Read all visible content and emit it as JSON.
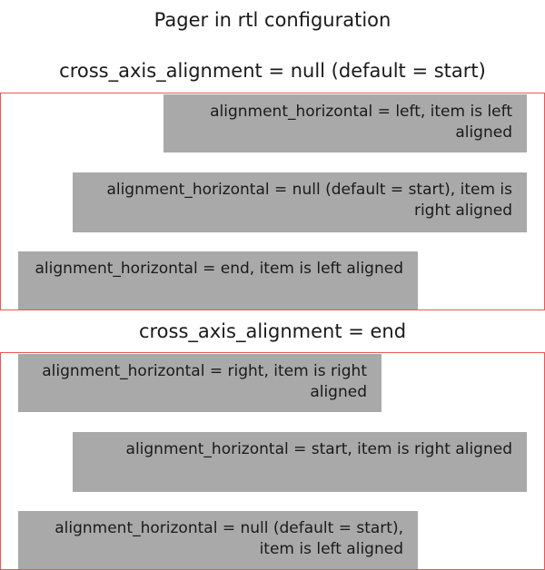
{
  "page": {
    "title": "Pager in rtl configuration"
  },
  "sections": [
    {
      "heading": "cross_axis_alignment = null (default = start)",
      "items": [
        {
          "text": "alignment_horizontal = left, item is left aligned"
        },
        {
          "text": "alignment_horizontal = null (default = start), item is right aligned"
        },
        {
          "text": "alignment_horizontal = end, item is left aligned"
        }
      ]
    },
    {
      "heading": "cross_axis_alignment = end",
      "items": [
        {
          "text": "alignment_horizontal = right, item is right aligned"
        },
        {
          "text": "alignment_horizontal = start, item is right aligned"
        },
        {
          "text": "alignment_horizontal = null (default = start), item is left aligned"
        }
      ]
    }
  ],
  "colors": {
    "frame_border": "#ef5555",
    "item_background": "#a9a9a9",
    "text": "#1a1a1a",
    "page_background": "#ffffff"
  }
}
